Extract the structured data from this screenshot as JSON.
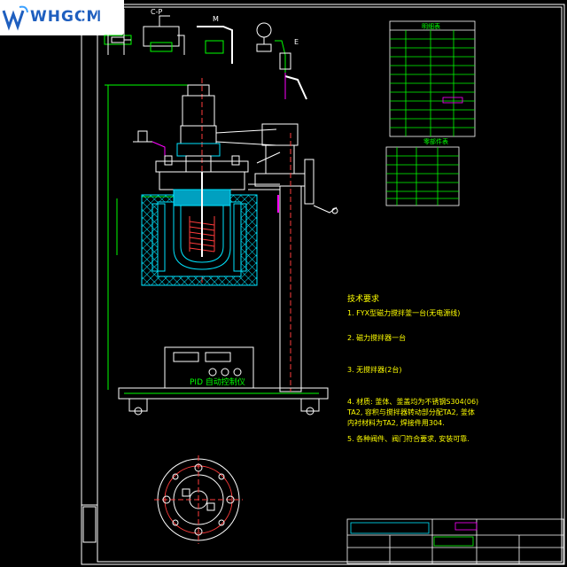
{
  "logo": {
    "text": "WHGCM"
  },
  "detail_labels": {
    "detail_a": "C-P",
    "detail_b": "M",
    "detail_c": "E"
  },
  "control_panel": {
    "label": "PID 自动控制仪"
  },
  "tech_requirements": {
    "title": "技术要求",
    "lines": [
      "1. FYX型磁力搅拌釜一台(无电源线)",
      "2. 磁力搅拌器一台",
      "3. 无搅拌器(2台)",
      "4. 材质: 釜体、釜盖均为不锈钢S304(06)",
      "   TA2, 容积与搅拌器转动部分配TA2, 釜体",
      "   内衬材料为TA2, 焊接件用304.",
      "5. 各种阀件、阀门符合要求, 安装可靠."
    ]
  },
  "table_titles": {
    "top": "明细表",
    "middle": "零部件表"
  },
  "colors": {
    "frame": "#ffffff",
    "structure": "#ffffff",
    "vessel": "#00e5ff",
    "heater": "#ff3b3b",
    "dimension": "#00ff00",
    "annotation": "#ffff00",
    "centerline": "#ff3b3b",
    "accent": "#ff00ff",
    "notes": "#ffff00",
    "table_cells": "#00ff00",
    "logo_blue": "#1f5fbf"
  }
}
